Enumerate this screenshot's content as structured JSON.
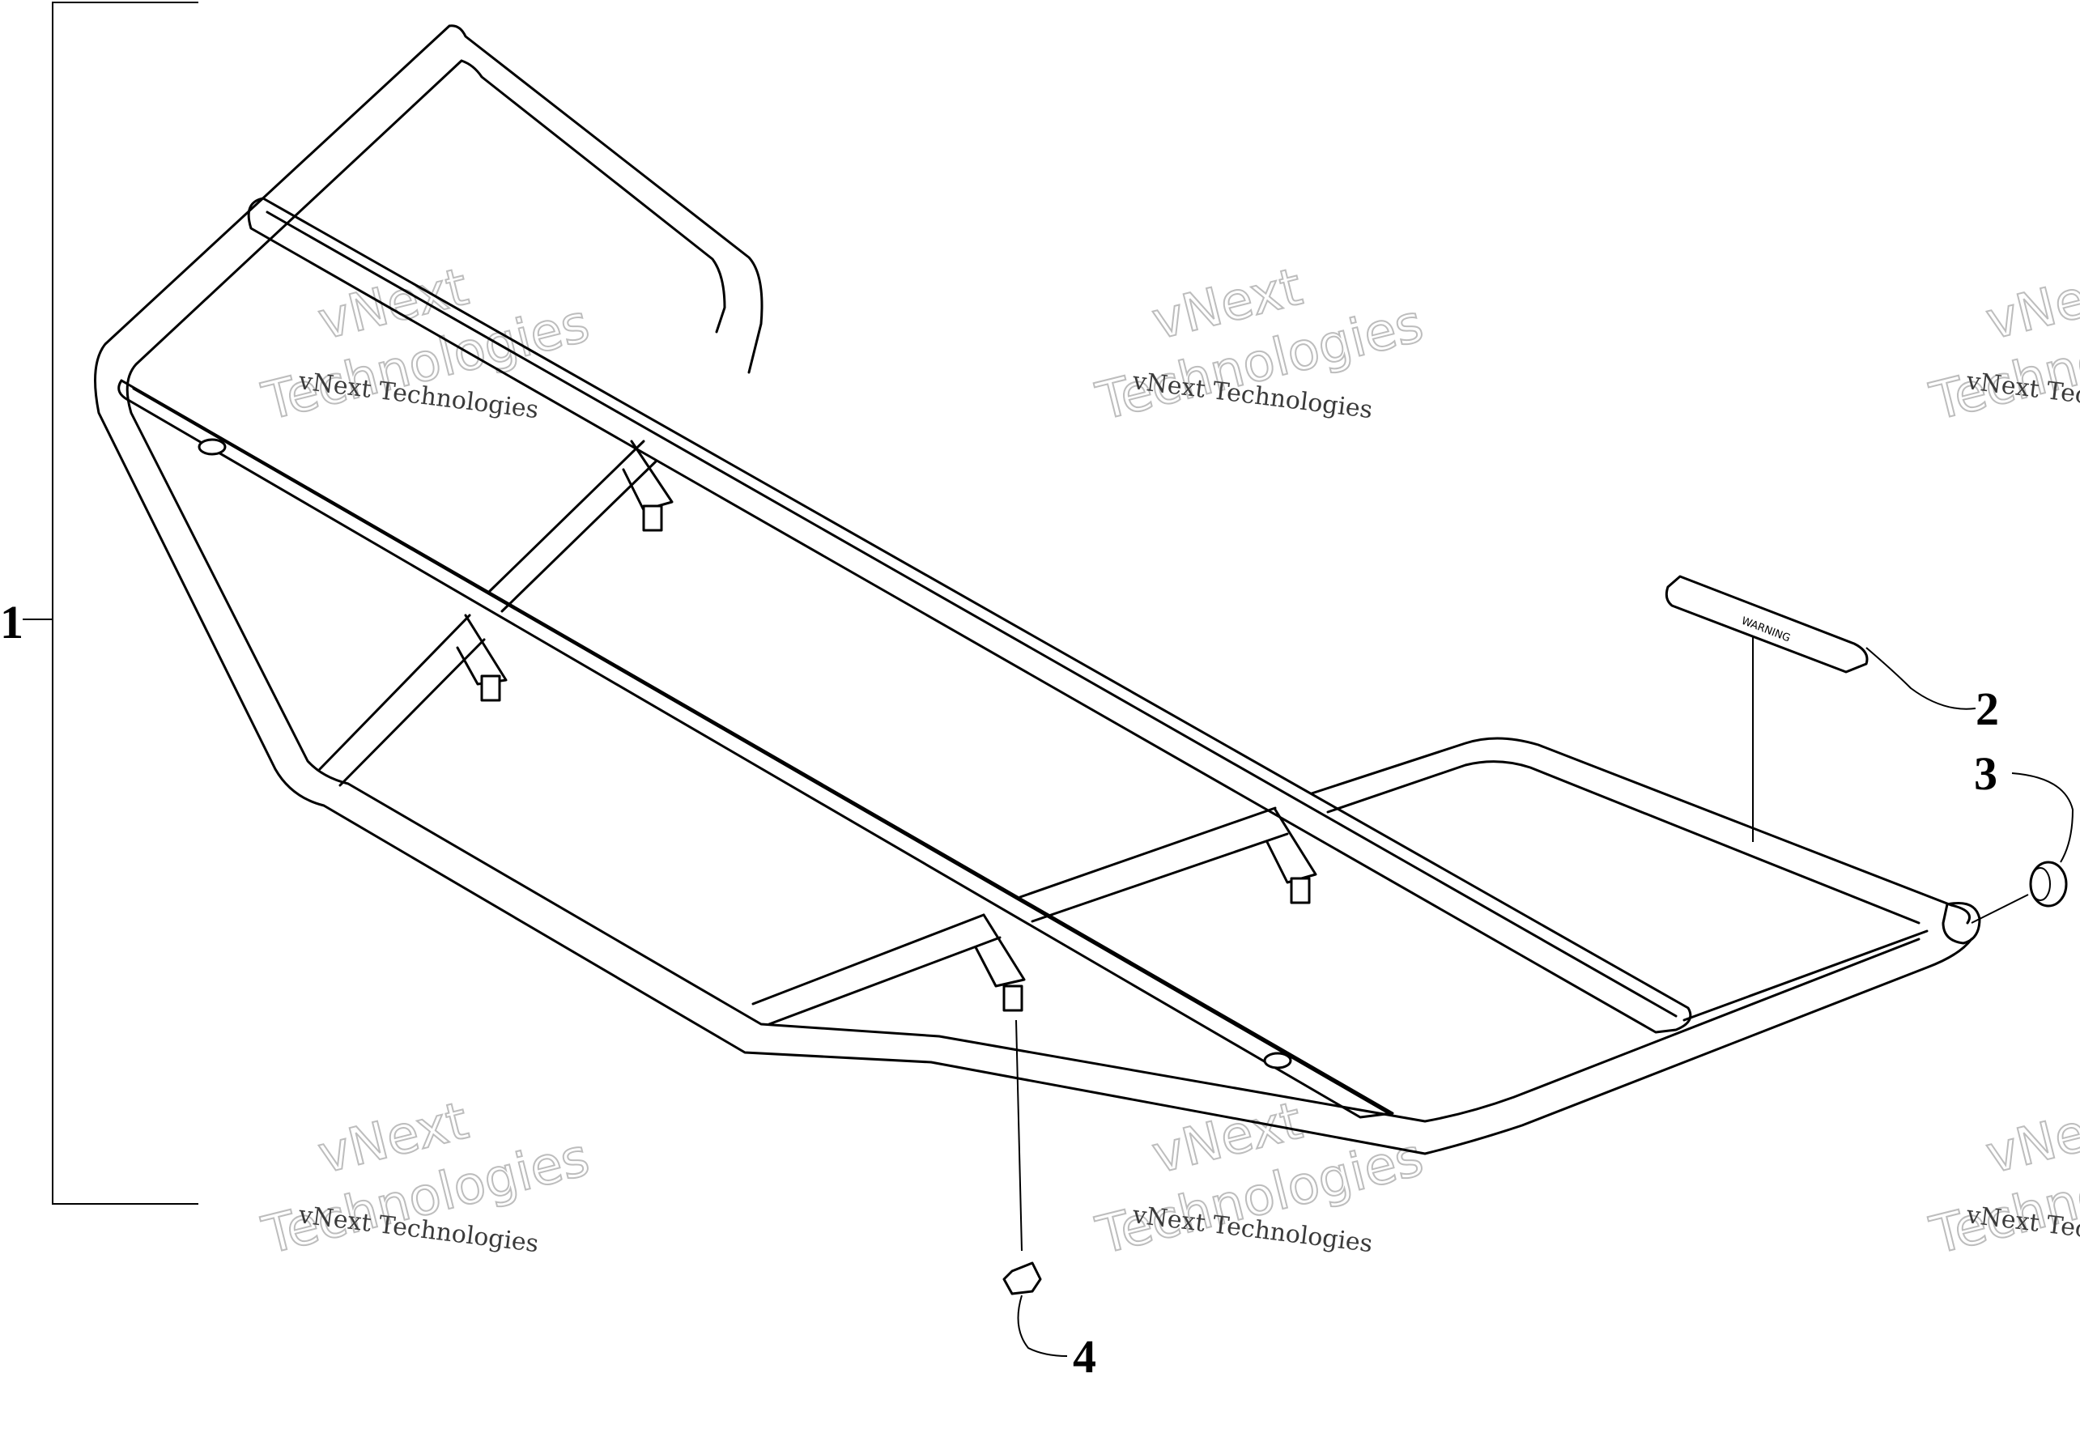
{
  "diagram": {
    "callouts": [
      {
        "id": "1",
        "label": "1"
      },
      {
        "id": "2",
        "label": "2"
      },
      {
        "id": "3",
        "label": "3"
      },
      {
        "id": "4",
        "label": "4"
      }
    ],
    "watermark": {
      "line1": "vNext Technologies",
      "big_top": "vNext",
      "big_bottom": "Technologies"
    },
    "decal_text": "WARNING"
  }
}
